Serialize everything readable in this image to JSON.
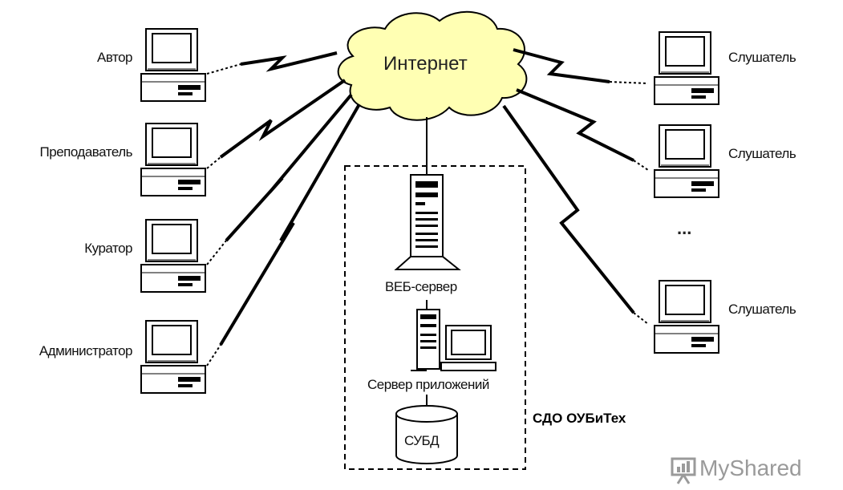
{
  "cloud": {
    "label": "Интернет",
    "fill": "#ffffb3"
  },
  "clients_left": [
    {
      "label": "Автор"
    },
    {
      "label": "Преподаватель"
    },
    {
      "label": "Куратор"
    },
    {
      "label": "Администратор"
    }
  ],
  "clients_right": [
    {
      "label": "Слушатель"
    },
    {
      "label": "Слушатель"
    },
    {
      "label": "Слушатель"
    }
  ],
  "ellipsis": "...",
  "servers": {
    "web": "ВЕБ-сервер",
    "app": "Сервер приложений",
    "db": "СУБД"
  },
  "system_label": "СДО ОУБиТех",
  "watermark": "MyShared"
}
